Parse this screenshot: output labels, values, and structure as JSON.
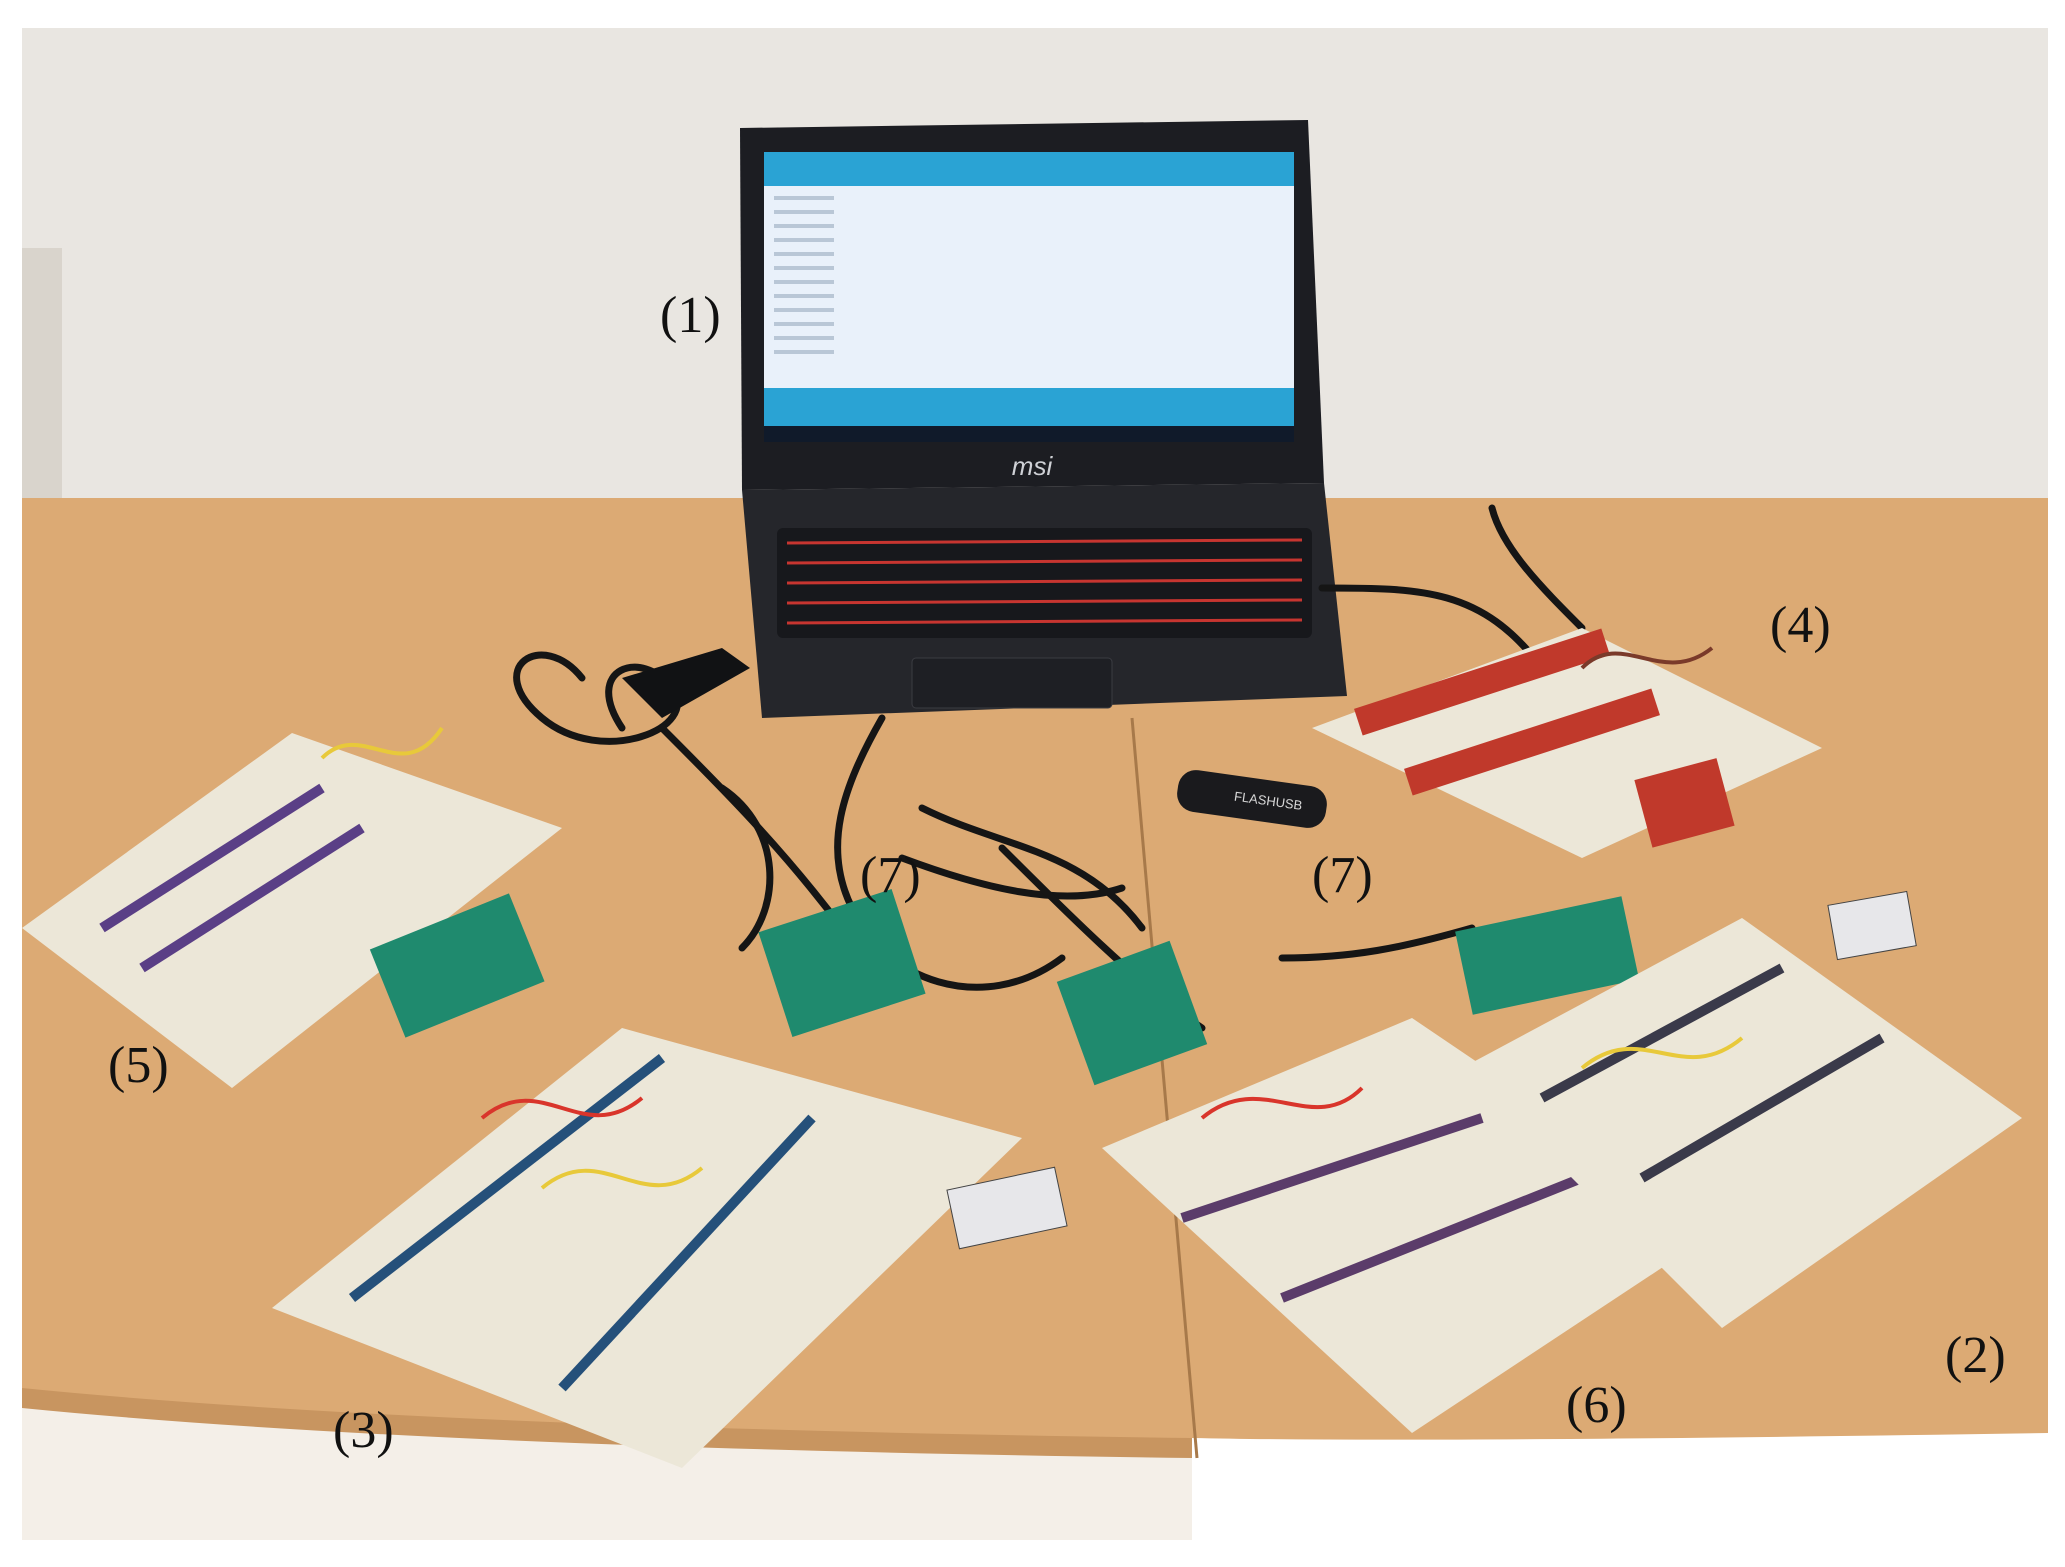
{
  "image": {
    "kind": "photograph",
    "colors": {
      "wall": "#e9e6e1",
      "desk": "#dcaa74",
      "laptop_body": "#1c1d22",
      "screen": "#e9f1fa",
      "screen_bar": "#2aa3d4",
      "keyboard_backlight": "#c73530",
      "breadboard": "#ece7d8",
      "arduino_board": "#1f8a6e",
      "cable": "#151515"
    }
  },
  "laptop": {
    "brand": "msi",
    "icon": "laptop-icon"
  },
  "usb_dongle": {
    "brand": "FLASHUSB"
  },
  "callouts": [
    {
      "id": "1",
      "text": "(1)"
    },
    {
      "id": "2",
      "text": "(2)"
    },
    {
      "id": "3",
      "text": "(3)"
    },
    {
      "id": "4",
      "text": "(4)"
    },
    {
      "id": "5",
      "text": "(5)"
    },
    {
      "id": "6",
      "text": "(6)"
    },
    {
      "id": "7a",
      "text": "(7)"
    },
    {
      "id": "7b",
      "text": "(7)"
    }
  ]
}
